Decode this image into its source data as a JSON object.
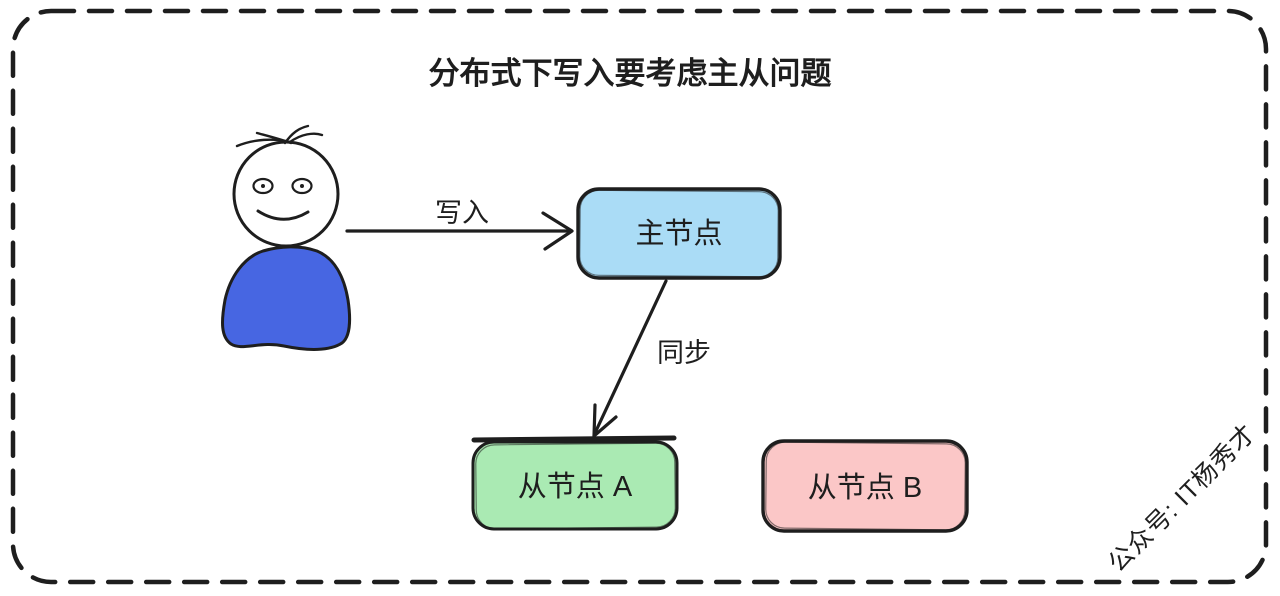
{
  "title": "分布式下写入要考虑主从问题",
  "diagram": {
    "nodes": [
      {
        "id": "master-node",
        "label": "主节点",
        "fill": "#aadcf6"
      },
      {
        "id": "slave-node-a",
        "label": "从节点 A",
        "fill": "#aaeab3"
      },
      {
        "id": "slave-node-b",
        "label": "从节点 B",
        "fill": "#fbc7c7"
      }
    ],
    "edges": [
      {
        "id": "write-edge",
        "label": "写入"
      },
      {
        "id": "sync-edge",
        "label": "同步"
      }
    ],
    "actor": {
      "id": "user-person",
      "body_color": "#4766e2"
    }
  },
  "watermark": {
    "text": "公众号: IT杨秀才",
    "color": "#d6d6d6"
  },
  "colors": {
    "stroke": "#1e1e1e",
    "background": "#ffffff"
  }
}
